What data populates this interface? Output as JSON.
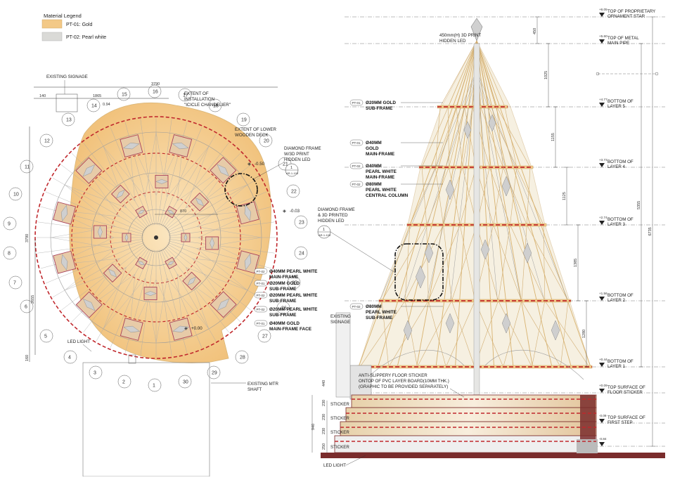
{
  "colors": {
    "gold": "#F3C987",
    "gold_line": "#D9B679",
    "pearl": "#DADAD7",
    "red": "#C0282D",
    "frame": "#8C8C8C"
  },
  "legend": {
    "title": "Material Legend",
    "items": [
      {
        "code": "PT-01",
        "label": "PT-01: Gold"
      },
      {
        "code": "PT-02",
        "label": "PT-02: Pearl white"
      }
    ]
  },
  "plan": {
    "existing_signage": "EXISTING SIGNAGE",
    "overall_width": "3790",
    "dim_140": "140",
    "dim_1865": "1865",
    "dim_094": "0.94",
    "dim_870": "870",
    "dim_3790_v": "3790",
    "dim_2655": "2655",
    "dim_160": "160",
    "extent_install": [
      "EXTENT OF",
      "INSTALLATION",
      "\"ICICLE CHANDELIER\""
    ],
    "extent_lower": [
      "EXTENT OF LOWER",
      "WOODEN DECK"
    ],
    "diamond_frame": [
      "DIAMOND FRAME",
      "W/3D PRINT",
      "HIDDEN LED"
    ],
    "levels": {
      "l1": "-0.50",
      "l2": "-0.03",
      "l3": "+0.00"
    },
    "led_light": "LED LIGHT",
    "mtr_shaft": [
      "EXISTING MTR",
      "SHAFT"
    ],
    "callout_id": "AR-1-103",
    "callout_num": "1",
    "column_labels": [
      "1",
      "2",
      "3",
      "4",
      "5",
      "6",
      "7",
      "8",
      "9",
      "10",
      "11",
      "12",
      "13",
      "14",
      "15",
      "16",
      "17",
      "18",
      "19",
      "20",
      "21",
      "22",
      "23",
      "24",
      "25",
      "26",
      "27",
      "28",
      "29",
      "30"
    ],
    "frames": [
      {
        "code": "PT-02",
        "lines": [
          "Ø40MM PEARL WHITE",
          "MAIN-FRAME"
        ]
      },
      {
        "code": "PT-01",
        "lines": [
          "Ø20MM GOLD",
          "SUB-FRAME"
        ]
      },
      {
        "code": "PT-02",
        "lines": [
          "Ø20MM PEARL WHITE",
          "SUB-FRAME"
        ]
      },
      {
        "code": "PT-02",
        "lines": [
          "Ø20MM PEARL WHITE",
          "SUB-FRAME"
        ]
      },
      {
        "code": "PT-01",
        "lines": [
          "Ø40MM GOLD",
          "MAIN-FRAME FACE"
        ]
      }
    ]
  },
  "elevation": {
    "print_note": [
      "450mm(H) 3D PRINT",
      "HIDDEN LED"
    ],
    "frames": [
      {
        "code": "PT-01",
        "lines": [
          "Ø20MM GOLD",
          "SUB-FRAME"
        ]
      },
      {
        "code": "PT-01",
        "lines": [
          "Ø40MM",
          "GOLD",
          "MAIN-FRAME"
        ]
      },
      {
        "code": "PT-02",
        "lines": [
          "Ø40MM",
          "PEARL WHITE",
          "MAIN-FRAME"
        ]
      },
      {
        "code": "PT-02",
        "lines": [
          "Ø80MM",
          "PEARL WHITE",
          "CENTRAL COLUMN"
        ]
      },
      {
        "code": "PT-02",
        "lines": [
          "Ø80MM",
          "PEARL WHITE",
          "SUB-FRAME"
        ]
      }
    ],
    "diamond_frame": [
      "DIAMOND FRAME",
      "& 3D PRINTED",
      "HIDDEN LED"
    ],
    "callout_num": "1",
    "callout_id": "AR-1-103",
    "existing_signage": [
      "EXISTING",
      "SIGNAGE"
    ],
    "sticker_note": [
      "ANTI-SLIPPERY FLOOR STICKER",
      "ONTOP OF PVC LAYER BOARD(10MM THK.)",
      "(GRAPHIC TO BE PROVIDED SEPARATELY)"
    ],
    "sticker": "STICKER",
    "led_light": "LED LIGHT",
    "levels": [
      {
        "val": "+6.05",
        "lines": [
          "TOP OF PROPRIETARY",
          "ORNAMENT STAR"
        ]
      },
      {
        "val": "+5.60",
        "lines": [
          "TOP OF METAL",
          "MAIN PIPE"
        ]
      },
      {
        "val": "+4.77",
        "lines": [
          "BOTTOM OF",
          "LAYER 5"
        ]
      },
      {
        "val": "+3.73",
        "lines": [
          "BOTTOM OF",
          "LAYER 4"
        ]
      },
      {
        "val": "+2.74",
        "lines": [
          "BOTTOM OF",
          "LAYER 3"
        ]
      },
      {
        "val": "+1.56",
        "lines": [
          "BOTTOM OF",
          "LAYER 2"
        ]
      },
      {
        "val": "+0.44",
        "lines": [
          "BOTTOM OF",
          "LAYER 1"
        ]
      },
      {
        "val": "+0.09",
        "lines": [
          "TOP SURFACE OF",
          "FLOOR STICKER"
        ]
      },
      {
        "val": "-0.09",
        "lines": [
          "TOP SURFACE OF",
          "FIRST STEP"
        ]
      },
      {
        "val": "-0.84",
        "lines": []
      }
    ],
    "dims": {
      "d450": "450",
      "d1025": "1025",
      "d1155": "1155",
      "d1125": "1125",
      "d1385": "1385",
      "d1280": "1280",
      "d5355": "5355",
      "d6735": "6735",
      "d440": "440",
      "d940": "940",
      "d230a": "230",
      "d230b": "230",
      "d230c": "230",
      "d250": "250"
    }
  }
}
